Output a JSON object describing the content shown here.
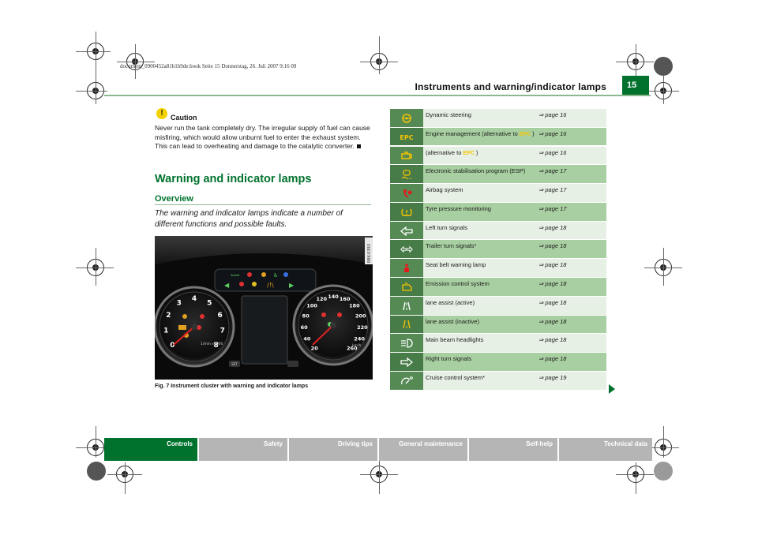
{
  "book_header": "document_0900452a81b1b9de.book  Seite 15  Donnerstag, 26. Juli 2007  9:16 09",
  "page": {
    "title": "Instruments and warning/indicator lamps",
    "number": "15"
  },
  "caution": {
    "title": "Caution",
    "body": "Never run the tank completely dry. The irregular supply of fuel can cause misfiring, which would allow unburnt fuel to enter the exhaust system. This can lead to overheating and damage to the catalytic converter."
  },
  "section": {
    "heading": "Warning and indicator lamps",
    "subheading": "Overview",
    "intro": "The warning and indicator lamps indicate a number of different functions and possible faults."
  },
  "figure": {
    "caption": "Fig. 7  Instrument cluster with warning and indicator lamps",
    "code": "B8K-0393",
    "rpm_unit": "1/min x1000",
    "speed_unit": "km/h",
    "set_label": "SET",
    "rpm_ticks": [
      "0",
      "1",
      "2",
      "3",
      "4",
      "5",
      "6",
      "7",
      "8"
    ],
    "speed_ticks": [
      "20",
      "40",
      "60",
      "80",
      "100",
      "120",
      "140",
      "160",
      "180",
      "200",
      "220",
      "240",
      "260"
    ]
  },
  "lamps": [
    {
      "icon": "dynamic-steering-icon",
      "name": "Dynamic steering",
      "ref": "⇒ page 16",
      "color": "#f5c400"
    },
    {
      "icon": "epc-icon",
      "name": "Engine management (alternative to",
      "name_tail": ")",
      "ref": "⇒ page 16",
      "color": "#f5c400"
    },
    {
      "icon": "engine-management-icon",
      "name": "(alternative to",
      "name_tail": ")",
      "ref": "⇒ page 16",
      "color": "#f5c400"
    },
    {
      "icon": "esp-icon",
      "name": "Electronic stabilisation program (ESP)",
      "ref": "⇒ page 17",
      "color": "#f5c400"
    },
    {
      "icon": "airbag-icon",
      "name": "Airbag system",
      "ref": "⇒ page 17",
      "color": "#e01c1c"
    },
    {
      "icon": "tyre-pressure-icon",
      "name": "Tyre pressure monitoring",
      "ref": "⇒ page 17",
      "color": "#f5c400"
    },
    {
      "icon": "left-turn-icon",
      "name": "Left turn signals",
      "ref": "⇒ page 18",
      "color": "#ffffff"
    },
    {
      "icon": "trailer-turn-icon",
      "name": "Trailer turn signals*",
      "ref": "⇒ page 18",
      "color": "#ffffff"
    },
    {
      "icon": "seat-belt-icon",
      "name": "Seat belt warning lamp",
      "ref": "⇒ page 18",
      "color": "#e01c1c"
    },
    {
      "icon": "emission-control-icon",
      "name": "Emission control system",
      "ref": "⇒ page 18",
      "color": "#f5c400"
    },
    {
      "icon": "lane-assist-active-icon",
      "name": "lane assist (active)",
      "ref": "⇒ page 18",
      "color": "#ffffff"
    },
    {
      "icon": "lane-assist-inactive-icon",
      "name": "lane assist (inactive)",
      "ref": "⇒ page 18",
      "color": "#f5c400"
    },
    {
      "icon": "main-beam-icon",
      "name": "Main beam headlights",
      "ref": "⇒ page 18",
      "color": "#ffffff"
    },
    {
      "icon": "right-turn-icon",
      "name": "Right turn signals",
      "ref": "⇒ page 18",
      "color": "#ffffff"
    },
    {
      "icon": "cruise-control-icon",
      "name": "Cruise control system*",
      "ref": "⇒ page 19",
      "color": "#ffffff"
    }
  ],
  "inline_icon_text": "EPC",
  "nav_tabs": [
    {
      "label": "Controls",
      "active": true
    },
    {
      "label": "Safety",
      "active": false
    },
    {
      "label": "Driving tips",
      "active": false
    },
    {
      "label": "General maintenance",
      "active": false
    },
    {
      "label": "Self-help",
      "active": false
    },
    {
      "label": "Technical data",
      "active": false
    }
  ],
  "colors": {
    "brand": "#00722d",
    "row_light": "#e7f0e5",
    "row_dark": "#a8cfa1",
    "icon_bg": "#558a55"
  }
}
